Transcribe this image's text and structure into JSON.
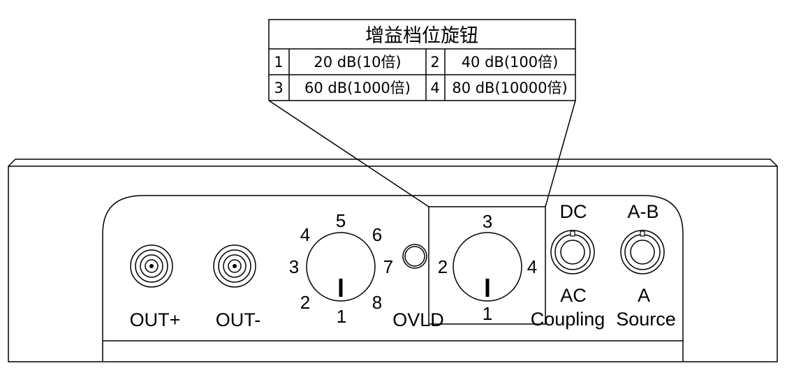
{
  "gain_table": {
    "title": "增益档位旋钮",
    "rows": [
      [
        {
          "index": "1",
          "value": "20 dB(10倍)"
        },
        {
          "index": "2",
          "value": "40 dB(100倍)"
        }
      ],
      [
        {
          "index": "3",
          "value": "60 dB(1000倍)"
        },
        {
          "index": "4",
          "value": "80 dB(10000倍)"
        }
      ]
    ]
  },
  "outputs": {
    "out_plus_label": "OUT+",
    "out_minus_label": "OUT-"
  },
  "filter_knob": {
    "positions": [
      "1",
      "2",
      "3",
      "4",
      "5",
      "6",
      "7",
      "8"
    ]
  },
  "overload": {
    "label": "OVLD"
  },
  "gain_knob": {
    "positions": [
      "1",
      "2",
      "3",
      "4"
    ]
  },
  "coupling": {
    "top_label": "DC",
    "bottom_label": "AC",
    "caption": "Coupling"
  },
  "source": {
    "top_label": "A-B",
    "bottom_label": "A",
    "caption": "Source"
  }
}
